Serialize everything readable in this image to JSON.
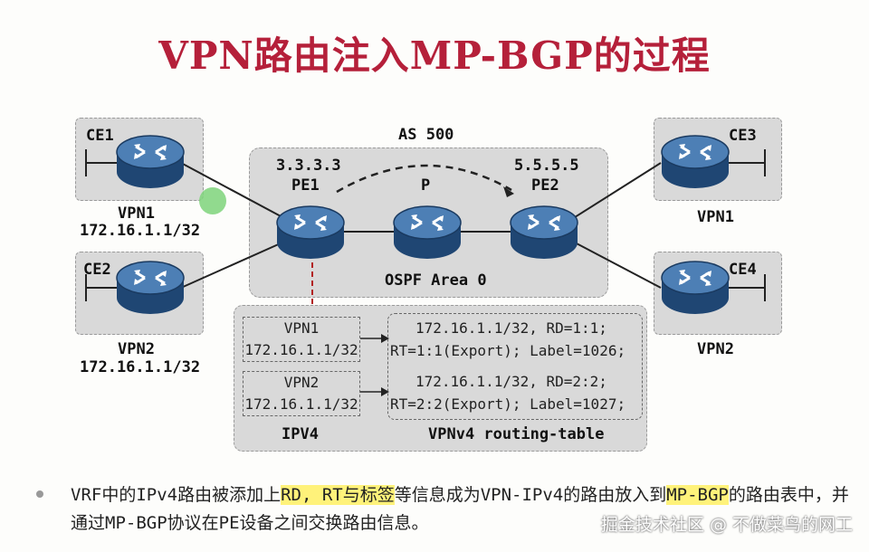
{
  "title": "VPN路由注入MP-BGP的过程",
  "as_label": "AS 500",
  "ospf_label": "OSPF Area 0",
  "routers": {
    "ce1": {
      "name": "CE1",
      "vpn": "VPN1",
      "prefix": "172.16.1.1/32"
    },
    "ce2": {
      "name": "CE2",
      "vpn": "VPN2",
      "prefix": "172.16.1.1/32"
    },
    "ce3": {
      "name": "CE3",
      "vpn": "VPN1"
    },
    "ce4": {
      "name": "CE4",
      "vpn": "VPN2"
    },
    "pe1": {
      "name": "PE1",
      "ip": "3.3.3.3"
    },
    "p": {
      "name": "P"
    },
    "pe2": {
      "name": "PE2",
      "ip": "5.5.5.5"
    }
  },
  "vrf_boxes": [
    {
      "vpn": "VPN1",
      "prefix": "172.16.1.1/32"
    },
    {
      "vpn": "VPN2",
      "prefix": "172.16.1.1/32"
    }
  ],
  "ipv4_label": "IPV4",
  "vpnv4_label": "VPNv4 routing-table",
  "vpnv4_entries": [
    {
      "line1": "172.16.1.1/32, RD=1:1;",
      "line2": "RT=1:1(Export); Label=1026;"
    },
    {
      "line1": "172.16.1.1/32, RD=2:2;",
      "line2": "RT=2:2(Export); Label=1027;"
    }
  ],
  "note": {
    "part1": "VRF中的IPv4路由被添加上",
    "hl1": "RD, RT与标签",
    "part2": "等信息成为VPN-IPv4的路由放入到",
    "hl2": "MP-BGP",
    "part3": "的路由表中，并通过MP-BGP协议在PE设备之间交换路由信息。"
  },
  "watermark": "掘金技术社区 @ 不做菜鸟的网工",
  "colors": {
    "title": "#b5203a",
    "router_top": "#3d6fa6",
    "router_side": "#1f4673",
    "dashed_link": "#b22222"
  }
}
